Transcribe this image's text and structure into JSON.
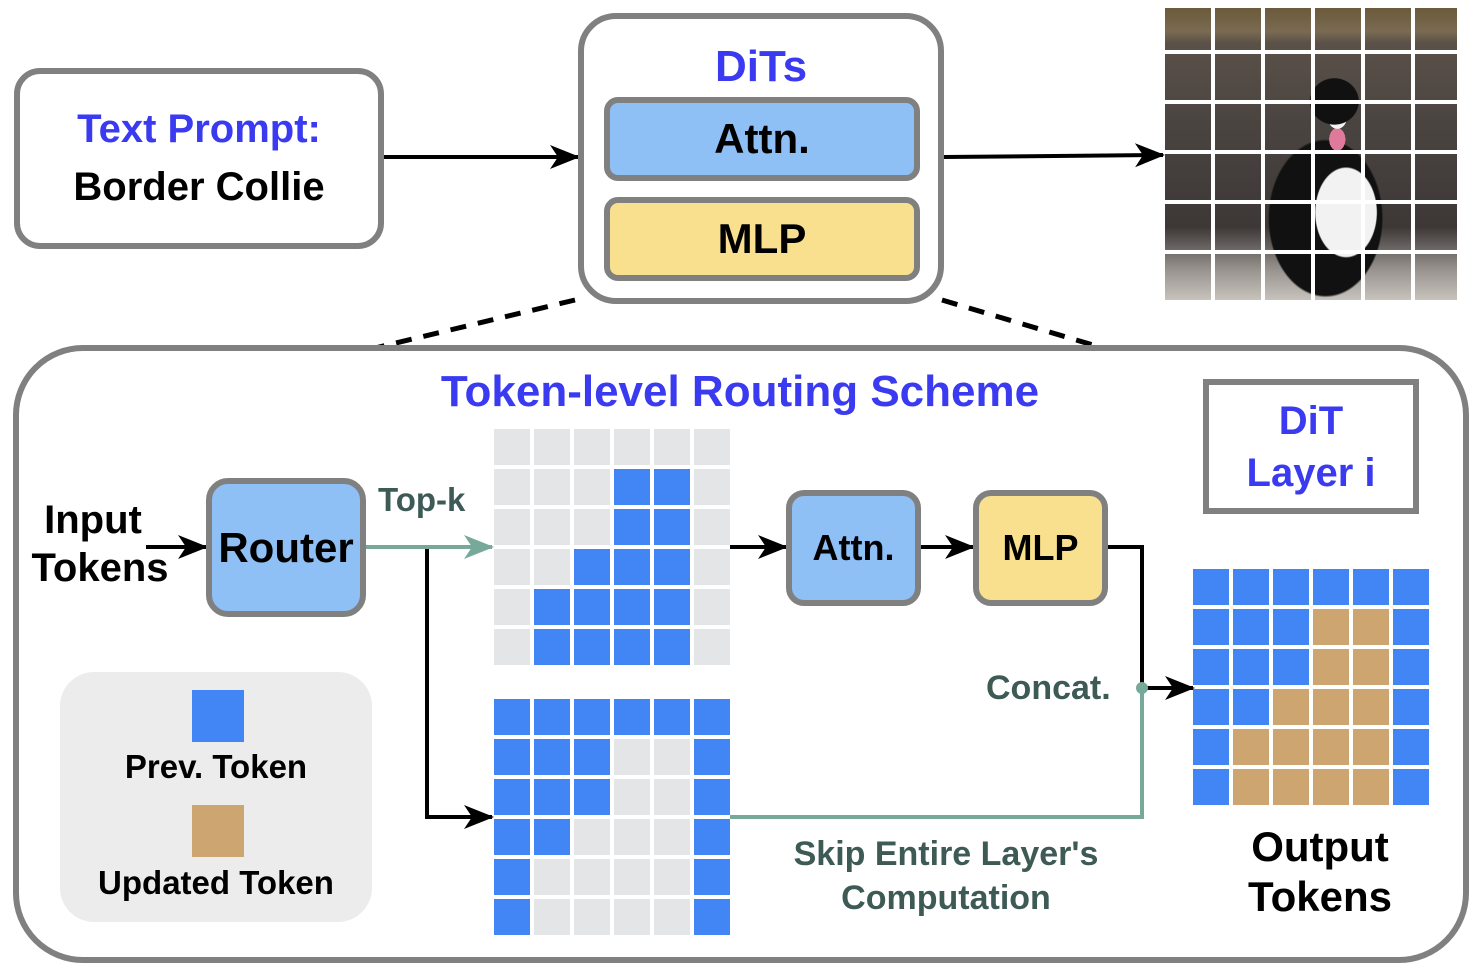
{
  "colors": {
    "title_blue": "#3a3af0",
    "attn_fill": "#8ebff5",
    "mlp_fill": "#f8e08e",
    "box_border": "#808080",
    "prev_token": "#4285f4",
    "updated_token": "#cda570",
    "empty_token": "#e4e5e7",
    "teal_path": "#77a99a",
    "legend_bg": "#ececec"
  },
  "top": {
    "prompt_title": "Text Prompt:",
    "prompt_value": "Border Collie",
    "dits_title": "DiTs",
    "dits_attn": "Attn.",
    "dits_mlp": "MLP",
    "output_image": "border-collie-image-patch-grid"
  },
  "scheme": {
    "title": "Token-level Routing Scheme",
    "layer_label_line1": "DiT",
    "layer_label_line2": "Layer i",
    "input_line1": "Input",
    "input_line2": "Tokens",
    "router": "Router",
    "topk": "Top-k",
    "attn": "Attn.",
    "mlp": "MLP",
    "concat": "Concat.",
    "skip_line1": "Skip Entire Layer's",
    "skip_line2": "Computation",
    "output_line1": "Output",
    "output_line2": "Tokens"
  },
  "legend": {
    "prev_label": "Prev. Token",
    "updated_label": "Updated Token"
  },
  "grids": {
    "legend_codes": {
      "0": "empty",
      "1": "prev",
      "2": "updated"
    },
    "selected": [
      [
        0,
        0,
        0,
        0,
        0,
        0
      ],
      [
        0,
        0,
        0,
        1,
        1,
        0
      ],
      [
        0,
        0,
        0,
        1,
        1,
        0
      ],
      [
        0,
        0,
        1,
        1,
        1,
        0
      ],
      [
        0,
        1,
        1,
        1,
        1,
        0
      ],
      [
        0,
        1,
        1,
        1,
        1,
        0
      ]
    ],
    "skipped": [
      [
        1,
        1,
        1,
        1,
        1,
        1
      ],
      [
        1,
        1,
        1,
        0,
        0,
        1
      ],
      [
        1,
        1,
        1,
        0,
        0,
        1
      ],
      [
        1,
        1,
        0,
        0,
        0,
        1
      ],
      [
        1,
        0,
        0,
        0,
        0,
        1
      ],
      [
        1,
        0,
        0,
        0,
        0,
        1
      ]
    ],
    "output": [
      [
        1,
        1,
        1,
        1,
        1,
        1
      ],
      [
        1,
        1,
        1,
        2,
        2,
        1
      ],
      [
        1,
        1,
        1,
        2,
        2,
        1
      ],
      [
        1,
        1,
        2,
        2,
        2,
        1
      ],
      [
        1,
        2,
        2,
        2,
        2,
        1
      ],
      [
        1,
        2,
        2,
        2,
        2,
        1
      ]
    ]
  }
}
